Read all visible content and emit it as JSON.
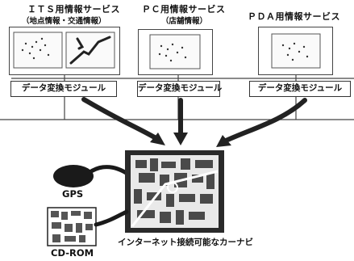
{
  "services": [
    {
      "title": "ＩＴＳ用情報サービス",
      "subtitle": "（地点情報・交通情報）"
    },
    {
      "title": "ＰＣ用情報サービス",
      "subtitle": "（店舗情報）"
    },
    {
      "title": "ＰＤＡ用情報サービス",
      "subtitle": ""
    }
  ],
  "modules": [
    {
      "label": "データ変換モジュール"
    },
    {
      "label": "データ変換モジュール"
    },
    {
      "label": "データ変換モジュール"
    }
  ],
  "devices": {
    "gps": "GPS",
    "cdrom": "CD-ROM",
    "carnavi": "インターネット接続可能なカーナビ"
  },
  "colors": {
    "ink": "#111111",
    "arrow": "#222222",
    "screen": "#2a2a2a",
    "map_bg": "#e9e9e9"
  }
}
